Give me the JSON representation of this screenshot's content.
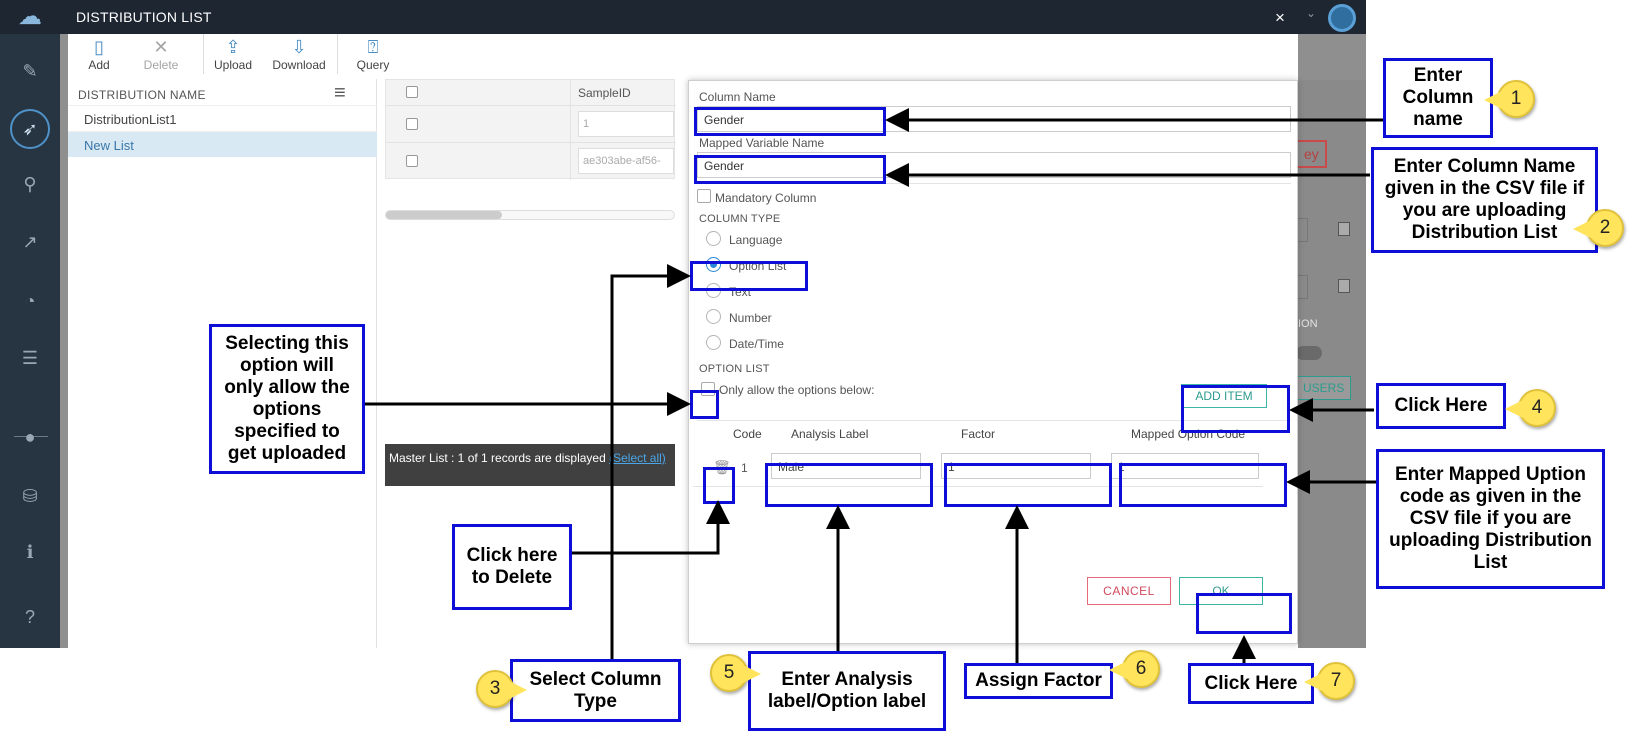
{
  "window": {
    "title": "DISTRIBUTION LIST",
    "close_glyph": "×"
  },
  "toolbar": {
    "add_label": "Add",
    "delete_label": "Delete",
    "upload_label": "Upload",
    "download_label": "Download",
    "query_label": "Query"
  },
  "distribution_pane": {
    "header": "DISTRIBUTION NAME",
    "items": [
      {
        "label": "DistributionList1",
        "selected": false
      },
      {
        "label": "New List",
        "selected": true
      }
    ]
  },
  "grid": {
    "column_header": "SampleID",
    "rows": [
      "1",
      "ae303abe-af56-"
    ]
  },
  "master_bar": {
    "text": "Master List : 1 of 1 records are displayed ",
    "link": "(Select all)"
  },
  "background": {
    "survey_button": "ey",
    "option_text": "ION",
    "users_button": "USERS"
  },
  "dialog": {
    "column_name_label": "Column Name",
    "column_name_value": "Gender",
    "mapped_variable_label": "Mapped Variable Name",
    "mapped_variable_value": "Gender",
    "mandatory_label": "Mandatory Column",
    "column_type_label": "COLUMN TYPE",
    "column_types": [
      {
        "label": "Language",
        "checked": false
      },
      {
        "label": "Option List",
        "checked": true
      },
      {
        "label": "Text",
        "checked": false
      },
      {
        "label": "Number",
        "checked": false
      },
      {
        "label": "Date/Time",
        "checked": false
      }
    ],
    "option_list_label": "OPTION LIST",
    "only_allow_label": "Only allow the options below:",
    "add_item_label": "ADD ITEM",
    "table_headers": {
      "code": "Code",
      "analysis_label": "Analysis Label",
      "factor": "Factor",
      "mapped_option_code": "Mapped Option Code"
    },
    "row": {
      "code": "1",
      "analysis_label": "Male",
      "factor": "1",
      "mapped_option_code": "1"
    },
    "cancel_label": "CANCEL",
    "ok_label": "OK"
  },
  "annotations": {
    "callout_1": [
      "Enter",
      "Column",
      "name"
    ],
    "callout_2": [
      "Enter Column Name",
      "given in the CSV file if",
      "you are uploading",
      "Distribution List"
    ],
    "callout_3": [
      "Select Column",
      "Type"
    ],
    "callout_4": [
      "Click Here"
    ],
    "callout_5": [
      "Enter Analysis",
      "label/Option label"
    ],
    "callout_6": [
      "Assign Factor"
    ],
    "callout_7": [
      "Click Here"
    ],
    "callout_mapped": [
      "Enter Mapped Uption",
      "code as given in the",
      "CSV file if you are",
      "uploading Distribution",
      "List"
    ],
    "callout_option": [
      "Selecting this",
      "option will",
      "only allow the",
      "options",
      "specified to",
      "get uploaded"
    ],
    "callout_delete": [
      "Click here",
      "to Delete"
    ],
    "badges": [
      "1",
      "2",
      "3",
      "4",
      "5",
      "6",
      "7"
    ]
  },
  "colors": {
    "annotation_blue": "#0d0ed6",
    "badge_yellow": "#ffe45c",
    "titlebar": "#1d2631",
    "accent_teal": "#2e9b8f",
    "cancel_red": "#d04a5c"
  },
  "icons": [
    "app-logo-icon",
    "edit-icon",
    "rocket-icon",
    "search-icon",
    "chart-icon",
    "dashboard-icon",
    "list-icon",
    "user-icon",
    "database-icon",
    "info-icon",
    "help-icon",
    "clipboard-icon",
    "close-icon",
    "upload-icon",
    "download-icon",
    "query-icon",
    "add-column-icon",
    "trash-icon"
  ]
}
